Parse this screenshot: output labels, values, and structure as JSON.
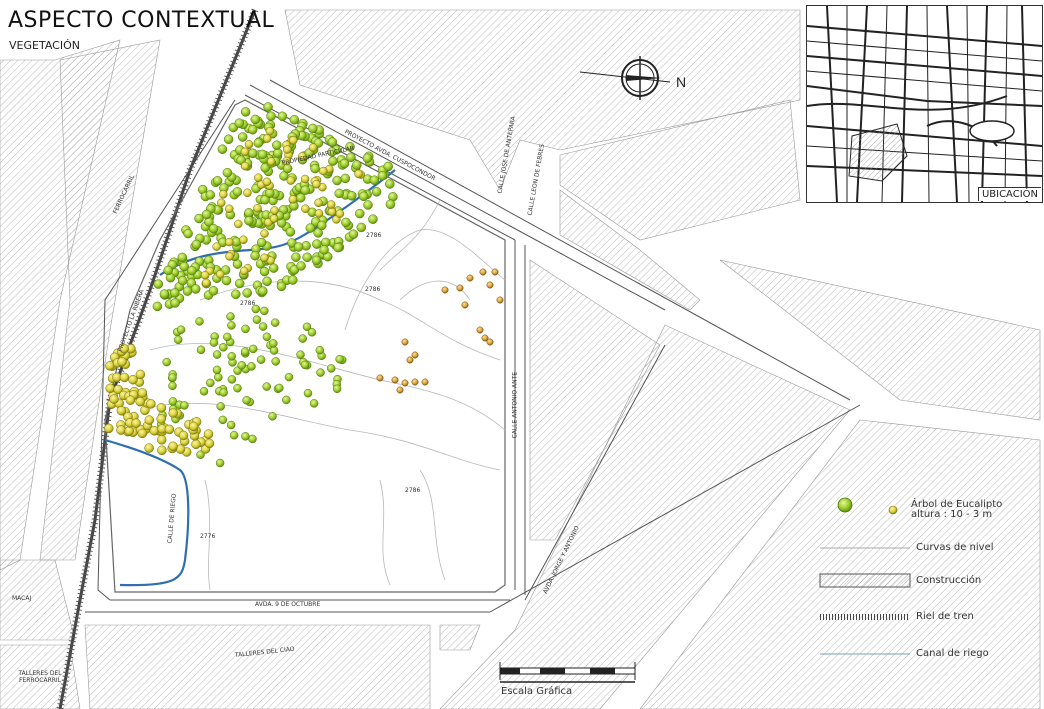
{
  "title": "ASPECTO CONTEXTUAL",
  "subtitle": "VEGETACIÓN",
  "north_label": "N",
  "inset": {
    "label": "UBICACIÓN"
  },
  "scale": {
    "label": "Escala Gráfica"
  },
  "street_labels": {
    "proyecto_avda_cuspocondor": "PROYECTO AVDA. CUSPOCONDOR",
    "calle_jose_de_antepara": "CALLE JOSE DE ANTEPARA",
    "calle_leon_de_febres": "CALLE LEON DE FEBRES",
    "propiedad_particular": "PROPIEDAD PARTICULAR",
    "ferrocarril": "FERROCARRIL",
    "proyecto_la_ribera": "PROYECTO LA RIBERA",
    "calle_antonio_ante": "CALLE ANTONIO ANTE",
    "avda_jorge_y_antonio": "AVDA. JORGE Y ANTONIO",
    "avda_9_de_octubre": "AVDA. 9 DE OCTUBRE",
    "calle_de_riego": "CALLE DE RIEGO",
    "talleres_del_ferrocarril": "TALLERES DEL FERROCARRIL",
    "macaj": "MACAJ",
    "talleres_del_ciao": "TALLERES DEL CIAO"
  },
  "contour_labels": [
    "2786",
    "2786",
    "2786",
    "2786",
    "2776"
  ],
  "legend": {
    "eucalyptus": "Árbol de Eucalipto\naltura : 10 - 3 m",
    "contours": "Curvas de nivel",
    "construction": "Construcción",
    "rail": "Riel de tren",
    "canal": "Canal de riego"
  },
  "colors": {
    "tree_green": "#9ccc2a",
    "tree_yellow": "#d8d23a",
    "tree_orange": "#d9a23a",
    "canal_blue": "#2f6fb0",
    "hatch": "#9a9a9a"
  }
}
